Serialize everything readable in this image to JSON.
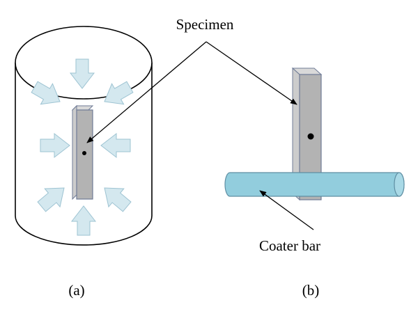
{
  "labels": {
    "specimen": "Specimen",
    "coater_bar": "Coater bar",
    "panel_a": "(a)",
    "panel_b": "(b)"
  },
  "colors": {
    "arrow_fill": "#d4e8ef",
    "arrow_stroke": "#9dc3d2",
    "specimen_front": "#b3b3b3",
    "specimen_side": "#cccccc",
    "specimen_top": "#d9d9d9",
    "specimen_stroke": "#6f7b96",
    "coater_bar_fill": "#92cddd",
    "coater_bar_end": "#a9d9e6",
    "coater_bar_stroke": "#5f8fa3",
    "outline": "#000000"
  },
  "icons": {
    "pressure_arrows": "block-arrow"
  }
}
